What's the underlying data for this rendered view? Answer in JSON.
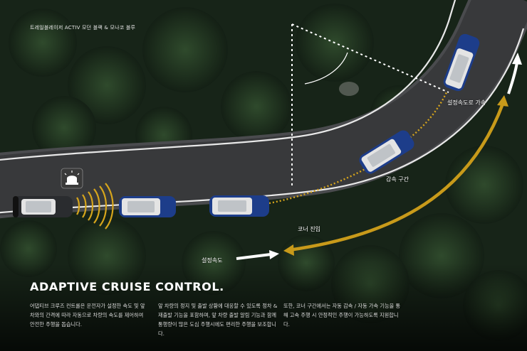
{
  "header": {
    "caption": "트레일블레이저 ACTIV 모던 블랙 & 모나코 블루"
  },
  "labels": {
    "set_speed_accel": "설정속도로 가속",
    "decel_zone": "감속 구간",
    "corner_entry": "코너 진입",
    "set_speed": "설정속도"
  },
  "title": "ADAPTIVE CRUISE CONTROL.",
  "descriptions": [
    "어댑티브 크루즈 컨트롤은 운전자가 설정한 속도 및 앞차와의 간격에 따라 자동으로 차량의 속도를 제어하여 안전한 주행을 돕습니다.",
    "앞 차량의 정지 및 출발 상황에 대응할 수 있도록 정차 & 재출발 기능을 포함하며, 앞 차량 출발 알림 기능과 함께 통행량이 많은 도심 주행시에도 편리한 주행을 보조합니다.",
    "또한, 코너 구간에서는 자동 감속 / 자동 가속 기능을 통해 고속 주행 시 안정적인 주행이 가능하도록 지원합니다."
  ],
  "colors": {
    "accent_gold": "#c89a1a",
    "car_blue": "#1d3d8a",
    "car_black": "#2a2c2f",
    "road": "#3e3f42",
    "forest": "#1a2a1b"
  },
  "icons": [
    "sensor-siren-icon",
    "radar-wave-icon",
    "arrow-accelerate-icon",
    "arrow-decelerate-icon"
  ]
}
